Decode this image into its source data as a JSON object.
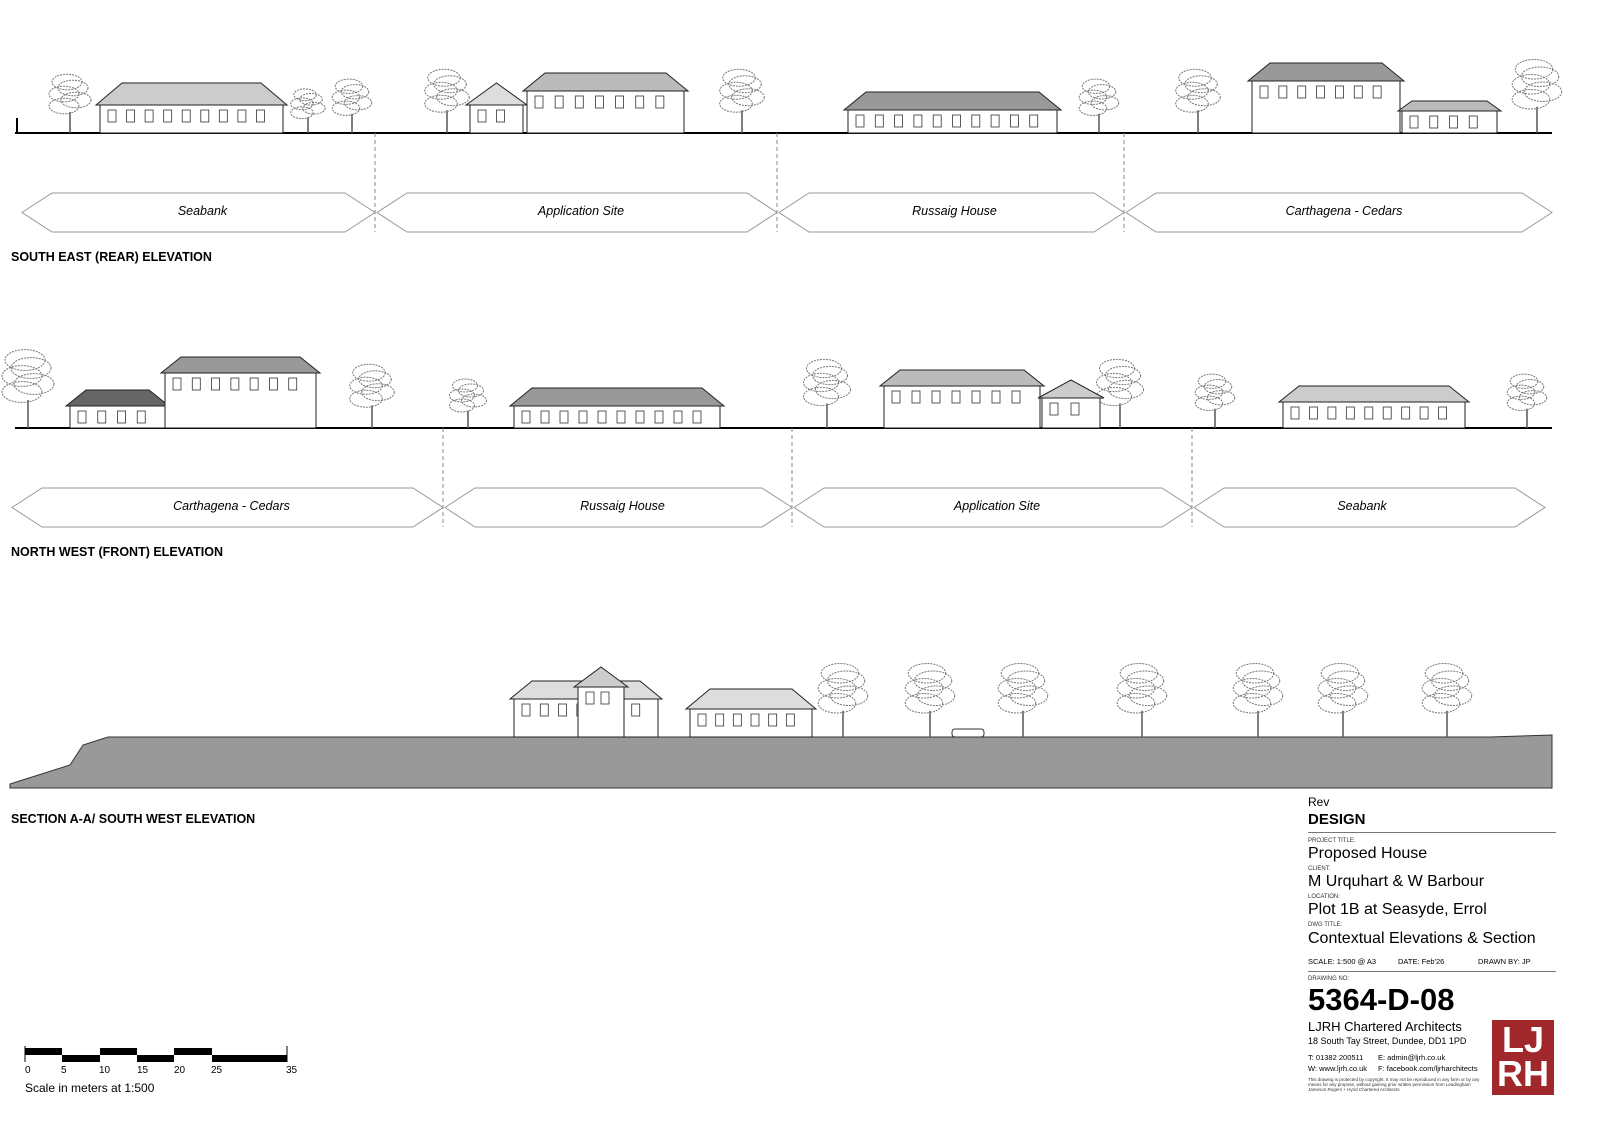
{
  "elevations": [
    {
      "title": "SOUTH EAST (REAR) ELEVATION",
      "plots": [
        "Seabank",
        "Application Site",
        "Russaig House",
        "Carthagena - Cedars"
      ]
    },
    {
      "title": "NORTH WEST (FRONT) ELEVATION",
      "plots": [
        "Carthagena - Cedars",
        "Russaig House",
        "Application Site",
        "Seabank"
      ]
    },
    {
      "title": "SECTION A-A/ SOUTH WEST ELEVATION"
    }
  ],
  "title_block": {
    "rev_label": "Rev",
    "rev": "DESIGN",
    "project_title_label": "PROJECT TITLE:",
    "project_title": "Proposed House",
    "client_label": "CLIENT:",
    "client": "M Urquhart & W Barbour",
    "location_label": "LOCATION:",
    "location": "Plot 1B at Seasyde, Errol",
    "dwg_title_label": "DWG TITLE:",
    "dwg_title": "Contextual Elevations & Section",
    "scale": "SCALE: 1:500 @ A3",
    "date": "DATE: Feb'26",
    "drawn_by": "DRAWN BY:  JP",
    "drawing_no_label": "DRAWING NO:",
    "drawing_no": "5364-D-08",
    "firm": "LJRH Chartered Architects",
    "address": "18 South Tay Street, Dundee, DD1 1PD",
    "phone": "T: 01382 200511",
    "email": "E: admin@ljrh.co.uk",
    "web": "W: www.ljrh.co.uk",
    "facebook": "F: facebook.com/ljrharchitects",
    "copyright": "This drawing is protected by copyright. It may not be reproduced in any form or by any means for any propose, without gaining prior written permission from Leadingham Jameson Rogers + Hynd Chartered Architects",
    "logo_text": "LJRH",
    "logo_color": "#a0282a"
  },
  "scale_bar": {
    "ticks": [
      "0",
      "5",
      "10",
      "15",
      "20",
      "25",
      "35"
    ],
    "caption": "Scale in meters at 1:500"
  }
}
